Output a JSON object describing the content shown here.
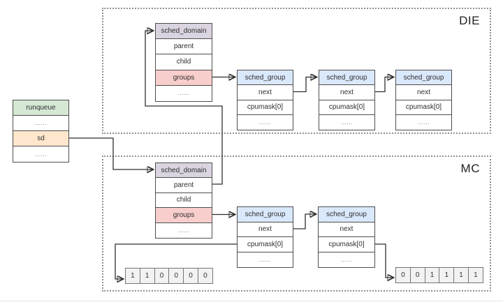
{
  "runqueue": {
    "rows": [
      "runqueue",
      "......",
      "sd",
      "......"
    ]
  },
  "die_domain": {
    "label": "DIE",
    "sched_domain": {
      "rows": [
        "sched_domain",
        "parent",
        "child",
        "groups",
        "......"
      ]
    },
    "sched_groups": [
      {
        "rows": [
          "sched_group",
          "next",
          "cpumask[0]",
          "......"
        ]
      },
      {
        "rows": [
          "sched_group",
          "next",
          "cpumask[0]",
          "......"
        ]
      },
      {
        "rows": [
          "sched_group",
          "next",
          "cpumask[0]",
          "......"
        ]
      }
    ]
  },
  "mc_domain": {
    "label": "MC",
    "sched_domain": {
      "rows": [
        "sched_domain",
        "parent",
        "child",
        "groups",
        "......"
      ]
    },
    "sched_groups": [
      {
        "rows": [
          "sched_group",
          "next",
          "cpumask[0]",
          "......"
        ]
      },
      {
        "rows": [
          "sched_group",
          "next",
          "cpumask[0]",
          "......"
        ]
      }
    ],
    "cpumask_bitmaps": [
      {
        "bits": [
          "1",
          "1",
          "0",
          "0",
          "0",
          "0"
        ]
      },
      {
        "bits": [
          "0",
          "0",
          "1",
          "1",
          "1",
          "1"
        ]
      }
    ]
  },
  "colors": {
    "runqueue_header": "#d5e8d4",
    "sd_row": "#ffe6cc",
    "sched_domain_header": "#dad3e0",
    "groups_row": "#f8cecc",
    "sched_group_header": "#dae8fc",
    "bitmask_cell": "#f2f2f2",
    "border": "#4d4d4d",
    "dashed_border": "#8f8f8f",
    "line": "#2e2e2e"
  }
}
